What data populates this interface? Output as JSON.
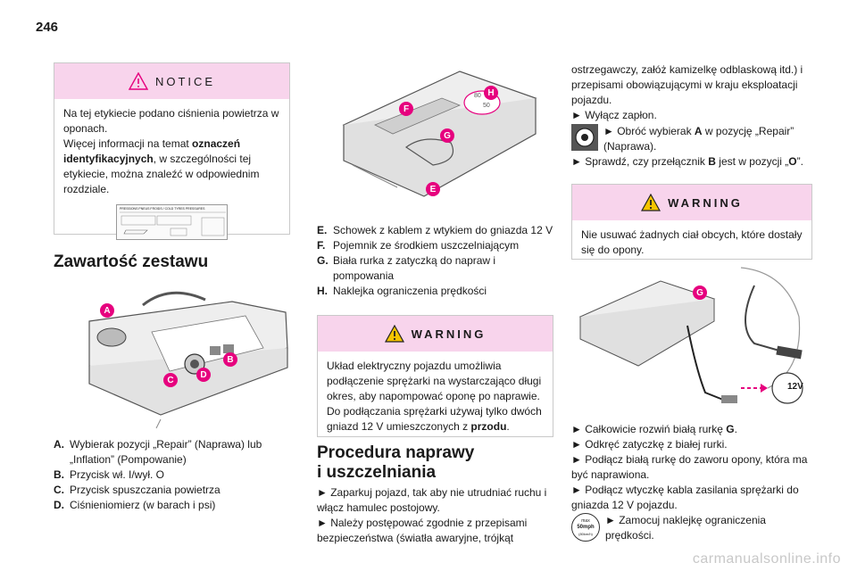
{
  "page_number": "246",
  "notice": {
    "title": "NOTICE",
    "text1": "Na tej etykiecie podano ciśnienia powietrza w oponach.",
    "text2a": "Więcej informacji na temat ",
    "text2b": "oznaczeń identyfikacyjnych",
    "text2c": ", w szczególności tej etykiecie, można znaleźć w odpowiednim rozdziale.",
    "label_heading": "PRESSIONS PNEUS FROIDS / COLD TYRES PRESSURES"
  },
  "kit_section": {
    "title": "Zawartość zestawu",
    "callouts": [
      "A",
      "B",
      "C",
      "D"
    ],
    "items": [
      {
        "key": "A.",
        "text": "Wybierak pozycji „Repair” (Naprawa) lub „Inflation” (Pompowanie)"
      },
      {
        "key": "B.",
        "text": "Przycisk wł. I/wył. O"
      },
      {
        "key": "C.",
        "text": "Przycisk spuszczania powietrza"
      },
      {
        "key": "D.",
        "text": "Ciśnieniomierz (w barach i psi)"
      }
    ]
  },
  "box_section": {
    "callouts": [
      "F",
      "H",
      "G",
      "E"
    ],
    "speed_label_top": "80",
    "speed_label_bottom": "50",
    "items": [
      {
        "key": "E.",
        "text": "Schowek z kablem z wtykiem do gniazda 12 V"
      },
      {
        "key": "F.",
        "text": "Pojemnik ze środkiem uszczelniającym"
      },
      {
        "key": "G.",
        "text": "Biała rurka z zatyczką do napraw i pompowania"
      },
      {
        "key": "H.",
        "text": "Naklejka ograniczenia prędkości"
      }
    ]
  },
  "warning1": {
    "title": "WARNING",
    "text_a": "Układ elektryczny pojazdu umożliwia podłączenie sprężarki na wystarczająco długi okres, aby napompować oponę po naprawie. Do podłączania sprężarki używaj tylko dwóch gniazd 12 V umieszczonych z ",
    "text_b": "przodu",
    "text_c": "."
  },
  "procedure": {
    "title_line1": "Procedura naprawy",
    "title_line2": "i uszczelniania",
    "step1": "► Zaparkuj pojazd, tak aby nie utrudniać ruchu i włącz hamulec postojowy.",
    "step2": "► Należy postępować zgodnie z przepisami bezpieczeństwa (światła awaryjne, trójkąt",
    "step2_cont": "ostrzegawczy, załóż kamizelkę odblaskową itd.) i przepisami obowiązującymi w kraju eksploatacji pojazdu.",
    "step3": "► Wyłącz zapłon.",
    "step4a": "► Obróć wybierak ",
    "step4b": "A",
    "step4c": " w pozycję „Repair” (Naprawa).",
    "step5a": "► Sprawdź, czy przełącznik ",
    "step5b": "B",
    "step5c": " jest w pozycji „",
    "step5d": "O",
    "step5e": "”."
  },
  "warning2": {
    "title": "WARNING",
    "text": "Nie usuwać żadnych ciał obcych, które dostały się do opony."
  },
  "connect": {
    "callout": "G",
    "socket_label": "12V",
    "step1a": "► Całkowicie rozwiń białą rurkę ",
    "step1b": "G",
    "step1c": ".",
    "step2": "► Odkręć zatyczkę z białej rurki.",
    "step3": "► Podłącz białą rurkę do zaworu opony, która ma być naprawiona.",
    "step4": "► Podłącz wtyczkę kabla zasilania sprężarki do gniazda 12 V pojazdu.",
    "step5": "► Zamocuj naklejkę ograniczenia prędkości.",
    "sticker_line1": "max",
    "sticker_line2": "50mph",
    "sticker_line3": "(80km/h)"
  },
  "watermark": "carmanualsonline.info",
  "colors": {
    "accent": "#e6007e",
    "header_pink": "#f8d4ec",
    "warning_yellow": "#f5c400"
  }
}
